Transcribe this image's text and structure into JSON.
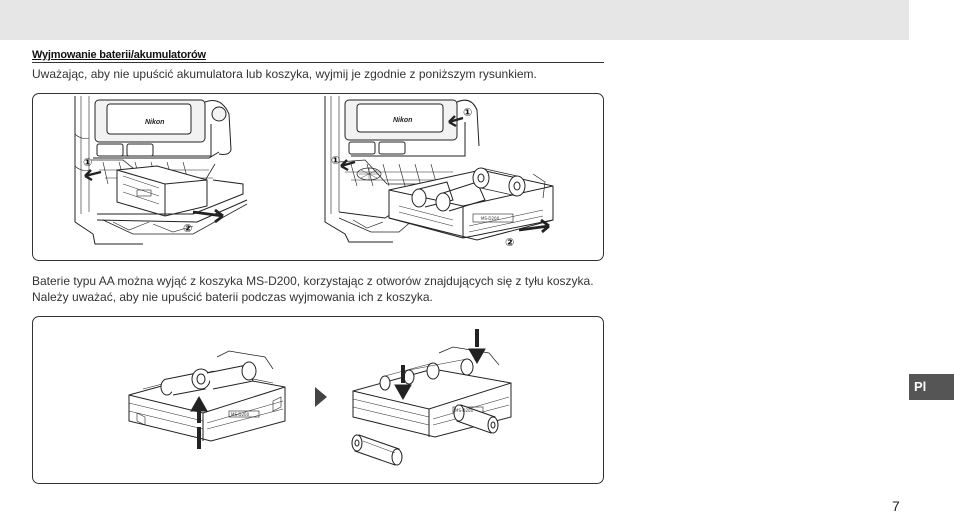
{
  "section": {
    "title": "Wyjmowanie baterii/akumulatorów",
    "intro": "Uważając, aby nie upuścić akumulatora lub koszyka, wyjmij je zgodnie z poniższym rysunkiem."
  },
  "figure1": {
    "camera_logo_left": "Nikon",
    "camera_logo_right": "Nikon",
    "step_left_1": "①",
    "step_left_2": "②",
    "step_right_1": "①",
    "step_right_1b": "①",
    "step_right_2": "②"
  },
  "paragraph2": "Baterie typu AA można wyjąć z koszyka MS-D200, korzystając z otworów znajdujących się z tyłu koszyka. Należy uważać, aby nie upuścić baterii podczas wyjmowania ich z koszyka.",
  "sidebar": {
    "language_tab": "Pl"
  },
  "footer": {
    "page_number": "7"
  },
  "colors": {
    "band": "#e6e6e6",
    "tab": "#555555",
    "frame": "#333333"
  }
}
